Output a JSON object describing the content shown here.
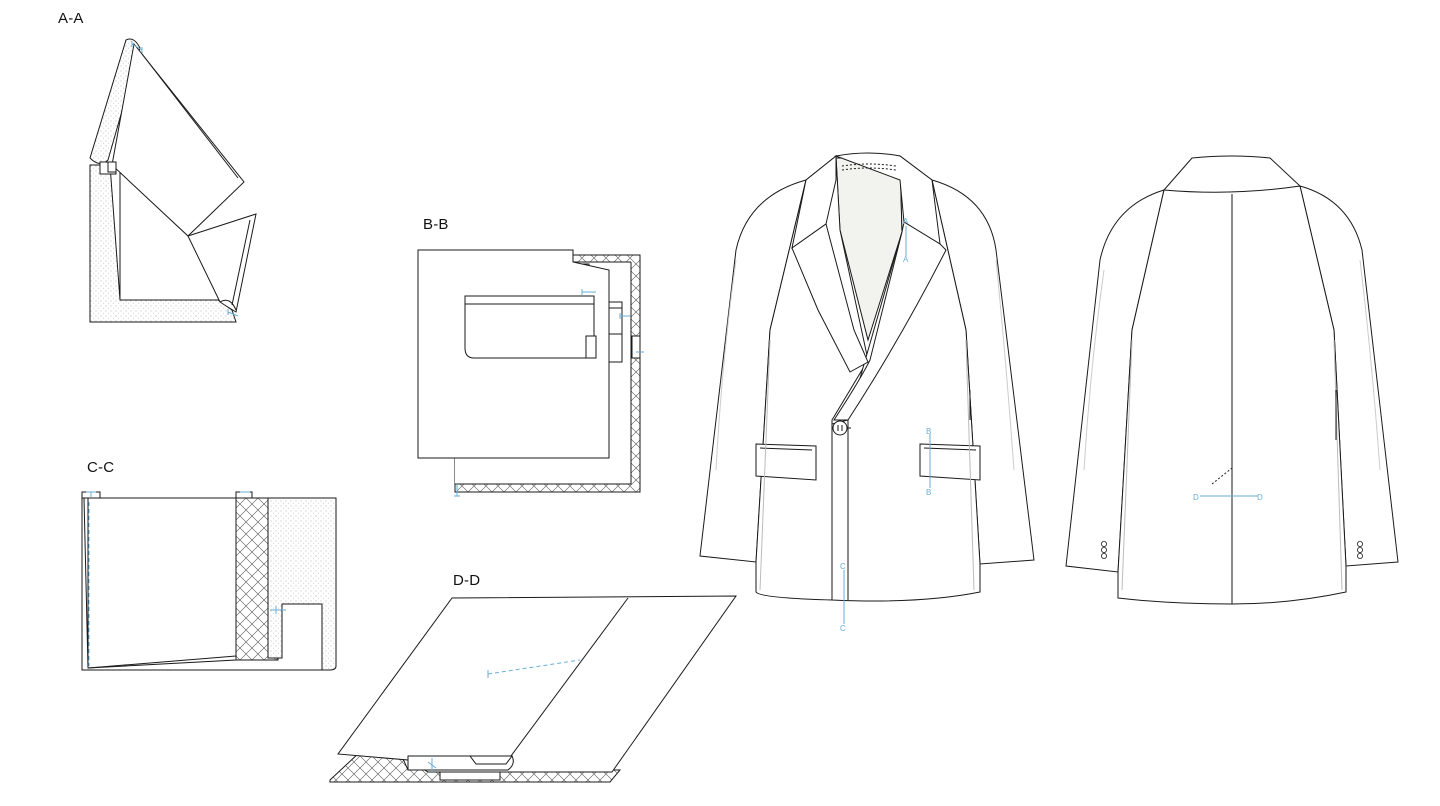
{
  "sections": [
    {
      "id": "aa",
      "label": "A-A"
    },
    {
      "id": "bb",
      "label": "B-B"
    },
    {
      "id": "cc",
      "label": "C-C"
    },
    {
      "id": "dd",
      "label": "D-D"
    }
  ],
  "cut_markers": {
    "a": "A",
    "b": "B",
    "c": "C",
    "d": "D"
  },
  "colors": {
    "line": "#1a1a1a",
    "marker": "#6aaed6",
    "lining": "#f2f2ee",
    "fill": "#ffffff"
  },
  "icons": {
    "button": "coat-button-icon",
    "sleeve_buttons": "sleeve-buttons-icon"
  }
}
